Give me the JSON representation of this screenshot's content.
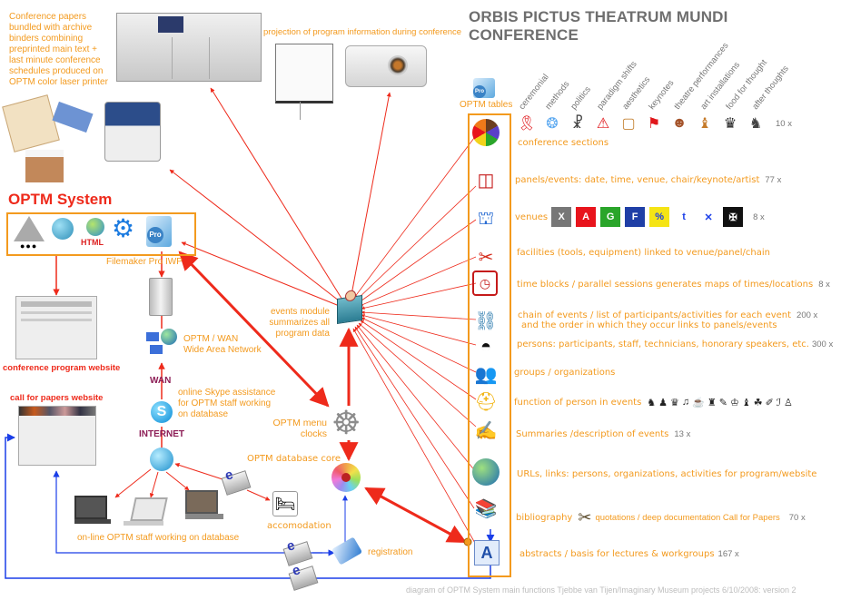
{
  "title": "ORBIS PICTUS THEATRUM MUNDI CONFERENCE",
  "footer": "diagram of OPTM System main functions Tjebbe van Tijen/Imaginary Museum projects 6/10/2008: version 2",
  "colors": {
    "orange": "#f39a1e",
    "red": "#ee2a1b",
    "blue": "#1a3ee8",
    "gray": "#6e6e6e",
    "purple": "#8c1c55"
  },
  "print": {
    "caption": "Conference papers bundled with archive binders combining preprinted main text + last minute conference schedules produced on OPTM color laser printer",
    "caption_lines": [
      "Conference papers",
      "bundled with archive",
      "binders combining",
      "preprinted main text +",
      "last minute conference",
      "schedules produced on",
      "OPTM color laser printer"
    ],
    "icons": [
      "production-printer-icon",
      "binder-icon",
      "paper-stack-icon",
      "color-laser-printer-icon"
    ]
  },
  "projection": {
    "caption": "projection of program information during conference",
    "icons": [
      "projection-screen-icon",
      "projector-icon"
    ]
  },
  "optm_system": {
    "title": "OPTM System",
    "icons": [
      "optm-logo-icon",
      "globe-network-icon",
      "html-icon",
      "gear-icon",
      "filemaker-pro-icon"
    ],
    "html_label": "HTML",
    "pro_label": "Pro",
    "filemaker_label": "Filemaker Pro IWP"
  },
  "websites": {
    "program": "conference program website",
    "call_for_papers": "call for papers website"
  },
  "network": {
    "server_icon": "server-icon",
    "wan_caption_lines": [
      "OPTM / WAN",
      "Wide Area Network"
    ],
    "wan_tag": "WAN",
    "internet_tag": "INTERNET",
    "skype_lines": [
      "online Skype assistance",
      "for OPTM staff working",
      "on database"
    ],
    "staff_caption": "on-line OPTM staff working on database",
    "accomodation": "accomodation",
    "registration": "registration"
  },
  "core": {
    "events_module_lines": [
      "events module",
      "summarizes all",
      "program data"
    ],
    "menu_lines": [
      "OPTM menu",
      "clocks"
    ],
    "database_core": "OPTM database core"
  },
  "tables": {
    "header": "OPTM tables",
    "pro_label": "Pro",
    "conference_sections": {
      "label": "conference sections",
      "count": "10 x",
      "categories": [
        "ceremonial",
        "methods",
        "politics",
        "paradigm shifts",
        "aesthetics",
        "keynotes",
        "theatre performances",
        "art installations",
        "food for thought",
        "after thoughts"
      ]
    },
    "rows": [
      {
        "icon": "theatre-curtain-icon",
        "label": "panels/events: date, time, venue, chair/keynote/artist",
        "count": "77 x"
      },
      {
        "icon": "venue-building-icon",
        "label": "venues",
        "count": "8 x"
      },
      {
        "icon": "swiss-knife-icon",
        "label": "facilities (tools, equipment)  linked to venue/panel/chain",
        "count": ""
      },
      {
        "icon": "clock-cube-icon",
        "label": "time blocks / parallel sessions generates maps of times/locations",
        "count": "8 x"
      },
      {
        "icon": "chain-link-icon",
        "label": "chain of events / list of participants/activities for each event",
        "label2": "and the order in which they occur links to panels/events",
        "count": "200 x"
      },
      {
        "icon": "mask-icon",
        "label": "persons: participants, staff, technicians, honorary speakers, etc.",
        "count": "300 x"
      },
      {
        "icon": "group-icon",
        "label": "groups / organizations",
        "count": ""
      },
      {
        "icon": "hard-hat-icon",
        "label": "function of person in events",
        "count": ""
      },
      {
        "icon": "notepad-icon",
        "label": "Summaries /description of events",
        "count": "13 x"
      },
      {
        "icon": "globe-link-icon",
        "label": "URLs, links: persons, organizations, activities for program/website",
        "count": ""
      },
      {
        "icon": "books-icon",
        "label": "bibliography",
        "label2": "quotations / deep documentation Call for Papers",
        "count": "70 x"
      },
      {
        "icon": "abstract-document-icon",
        "label": "abstracts / basis for lectures & workgroups",
        "count": "167 x"
      }
    ],
    "venue_badges": [
      {
        "text": "X",
        "bg": "#777777"
      },
      {
        "text": "A",
        "bg": "#e8141c"
      },
      {
        "text": "G",
        "bg": "#2aa52a"
      },
      {
        "text": "F",
        "bg": "#1f3fa6"
      },
      {
        "text": "%",
        "bg": "#f5e415"
      },
      {
        "text": "t",
        "bg": "#ffffff"
      },
      {
        "text": "✕",
        "bg": "#ffffff"
      },
      {
        "text": "✠",
        "bg": "#111111"
      }
    ],
    "function_glyphs": [
      "♞",
      "♟",
      "♛",
      "♫",
      "☕",
      "♜",
      "✎",
      "♔",
      "♝",
      "☘",
      "✐",
      "ℐ",
      "♙"
    ]
  }
}
